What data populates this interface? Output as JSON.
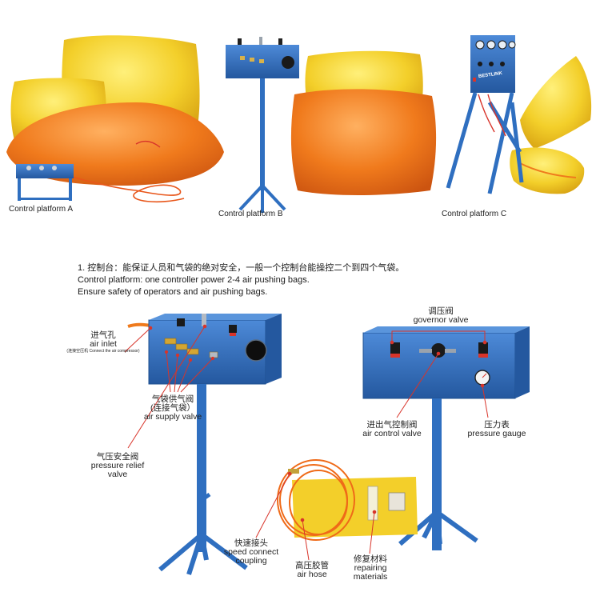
{
  "top_captions": {
    "a": "Control platform A",
    "b": "Control platform B",
    "c": "Control platform C"
  },
  "brand_logo": "BESTLINK",
  "intro": {
    "line1": "1. 控制台：能保证人员和气袋的绝对安全，一般一个控制台能操控二个到四个气袋。",
    "line2": "Control platform: one controller power 2-4 air pushing bags.",
    "line3": "Ensure safety of operators and air pushing bags."
  },
  "labels": {
    "air_inlet_cn": "进气孔",
    "air_inlet_en": "air inlet",
    "air_inlet_note": "(连接空压机 Connect the air compressor)",
    "supply_cn1": "气袋供气阀",
    "supply_cn2": "(连接气袋）",
    "supply_en": "air supply valve",
    "relief_cn": "气压安全阀",
    "relief_en1": "pressure relief",
    "relief_en2": "valve",
    "governor_cn": "调压阀",
    "governor_en": "governor valve",
    "control_cn": "进出气控制阀",
    "control_en": "air control valve",
    "gauge_cn": "压力表",
    "gauge_en": "pressure gauge",
    "speed_cn": "快速接头",
    "speed_en1": "speed connect",
    "speed_en2": "coupling",
    "hose_cn": "高压胶管",
    "hose_en": "air hose",
    "repair_cn": "修复材料",
    "repair_en1": "repairing",
    "repair_en2": "materials"
  },
  "colors": {
    "blue": "#2f6fc0",
    "yellow": "#f3cf2a",
    "orange": "#ef7a1c",
    "red": "#d8342a"
  }
}
